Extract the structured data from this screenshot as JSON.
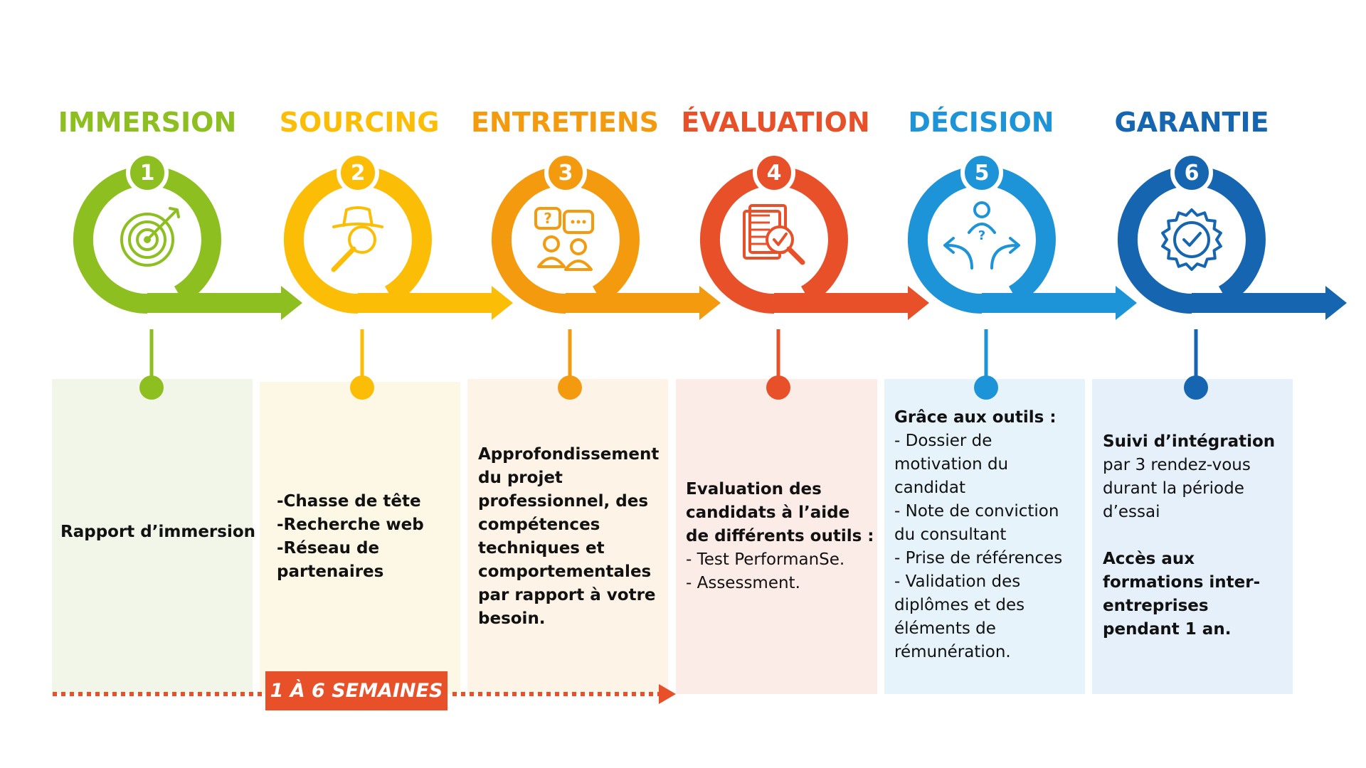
{
  "steps": [
    {
      "number": "1",
      "title": "IMMERSION",
      "color": "#8cbf1f",
      "light": "#f1f6e9",
      "icon": "target-icon",
      "lines": [
        {
          "t": "Rapport d’immersion",
          "b": true
        }
      ]
    },
    {
      "number": "2",
      "title": "SOURCING",
      "color": "#fbbd06",
      "light": "#fdf8e6",
      "icon": "detective-magnifier-icon",
      "lines": [
        {
          "t": "-Chasse de tête",
          "b": true
        },
        {
          "t": "-Recherche web",
          "b": true
        },
        {
          "t": "-Réseau de",
          "b": true
        },
        {
          "t": "partenaires",
          "b": true
        }
      ]
    },
    {
      "number": "3",
      "title": "ENTRETIENS",
      "color": "#f39a0e",
      "light": "#fdf3e6",
      "icon": "interview-chat-icon",
      "lines": [
        {
          "t": "Approfondissement",
          "b": true
        },
        {
          "t": "du projet",
          "b": true
        },
        {
          "t": "professionnel, des",
          "b": true
        },
        {
          "t": "compétences",
          "b": true
        },
        {
          "t": "techniques et",
          "b": true
        },
        {
          "t": "comportementales",
          "b": true
        },
        {
          "t": "par rapport à votre",
          "b": true
        },
        {
          "t": "besoin.",
          "b": true
        }
      ]
    },
    {
      "number": "4",
      "title": "ÉVALUATION",
      "color": "#e8502a",
      "light": "#fcece8",
      "icon": "document-search-icon",
      "lines": [
        {
          "t": "Evaluation des",
          "b": true
        },
        {
          "t": "candidats à l’aide",
          "b": true
        },
        {
          "t": "de différents outils :",
          "b": true
        },
        {
          "t": "- Test PerformanSe.",
          "b": false
        },
        {
          "t": "- Assessment.",
          "b": false
        }
      ]
    },
    {
      "number": "5",
      "title": "DÉCISION",
      "color": "#1e94d8",
      "light": "#e6f3fb",
      "icon": "decision-paths-icon",
      "lines": [
        {
          "t": "Grâce aux outils :",
          "b": true
        },
        {
          "t": "- Dossier de",
          "b": false
        },
        {
          "t": "motivation du",
          "b": false
        },
        {
          "t": "candidat",
          "b": false
        },
        {
          "t": "- Note de conviction",
          "b": false
        },
        {
          "t": "du consultant",
          "b": false
        },
        {
          "t": "- Prise de références",
          "b": false
        },
        {
          "t": "- Validation des",
          "b": false
        },
        {
          "t": "diplômes et des",
          "b": false
        },
        {
          "t": "éléments de",
          "b": false
        },
        {
          "t": "rémunération.",
          "b": false
        }
      ]
    },
    {
      "number": "6",
      "title": "GARANTIE",
      "color": "#1565b0",
      "light": "#e6f0fa",
      "icon": "verified-badge-icon",
      "lines": [
        {
          "t": "Suivi d’intégration",
          "b": true
        },
        {
          "t": "par 3 rendez-vous",
          "b": false
        },
        {
          "t": "durant la période",
          "b": false
        },
        {
          "t": "d’essai",
          "b": false
        },
        {
          "t": "",
          "gap": true
        },
        {
          "t": "Accès aux",
          "b": true
        },
        {
          "t": "formations inter-",
          "b": true
        },
        {
          "t": "entreprises",
          "b": true
        },
        {
          "t": "pendant 1 an.",
          "b": true
        }
      ]
    }
  ],
  "duration_label": "1 À 6 SEMAINES",
  "duration_color": "#e8502a"
}
